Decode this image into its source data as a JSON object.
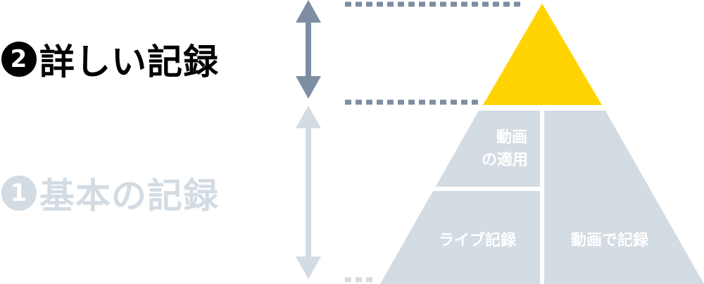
{
  "levels": [
    {
      "number": "2",
      "label": "詳しい記録",
      "color": "#000000"
    },
    {
      "number": "1",
      "label": "基本の記録",
      "color": "#d3dbe3"
    }
  ],
  "pyramid": {
    "top": {
      "color": "#ffd400"
    },
    "cells": {
      "upper_line1": "動画",
      "upper_line2": "の適用",
      "lower_left": "ライブ記録",
      "lower_right": "動画で記録"
    },
    "base_color": "#d3dbe3"
  },
  "arrows": {
    "upper_color": "#7d8ea3",
    "lower_color": "#d3dbe3"
  }
}
